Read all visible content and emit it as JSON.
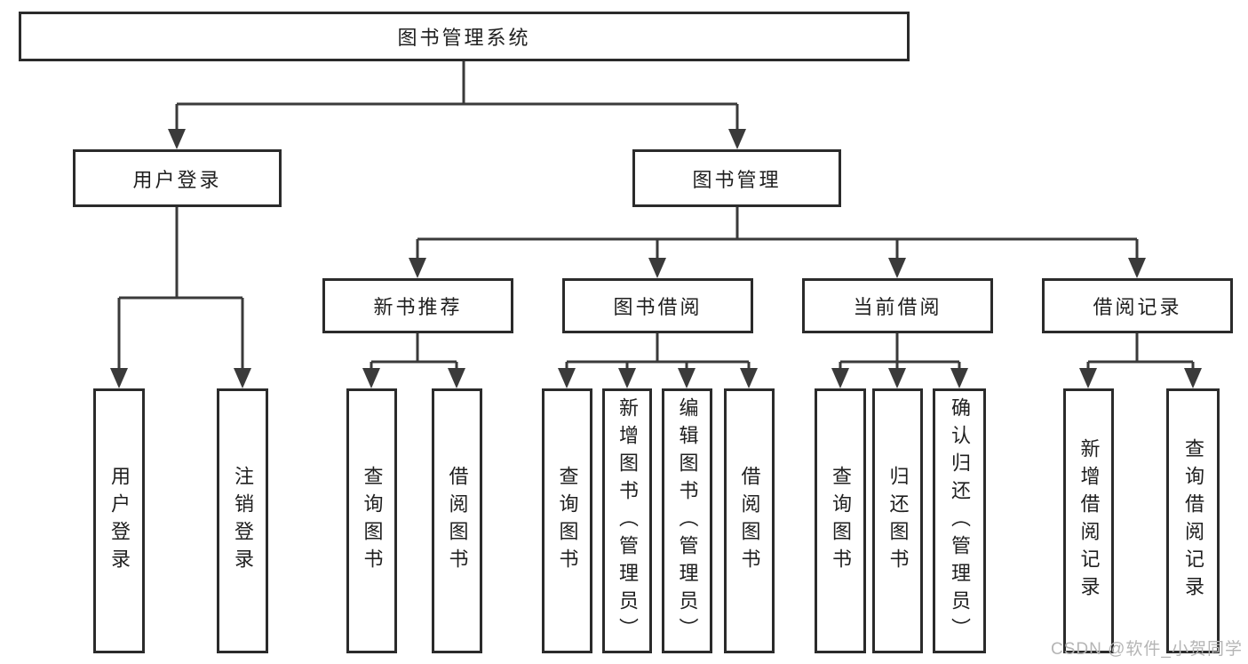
{
  "diagram": {
    "root": "图书管理系统",
    "branches": [
      {
        "label": "用户登录",
        "children": [
          "用户登录",
          "注销登录"
        ]
      },
      {
        "label": "图书管理",
        "children": [
          {
            "label": "新书推荐",
            "children": [
              "查询图书",
              "借阅图书"
            ]
          },
          {
            "label": "图书借阅",
            "children": [
              "查询图书",
              "新增图书（管理员）",
              "编辑图书（管理员）",
              "借阅图书"
            ]
          },
          {
            "label": "当前借阅",
            "children": [
              "查询图书",
              "归还图书",
              "确认归还（管理员）"
            ]
          },
          {
            "label": "借阅记录",
            "children": [
              "新增借阅记录",
              "查询借阅记录"
            ]
          }
        ]
      }
    ]
  },
  "watermark": "CSDN @软件_小贺同学",
  "colors": {
    "line": "#3a3a3a",
    "border": "#2b2b2b",
    "fill": "#ffffff",
    "text": "#1f1f1f",
    "watermark": "#b5b5b5",
    "bg": "#ffffff"
  }
}
